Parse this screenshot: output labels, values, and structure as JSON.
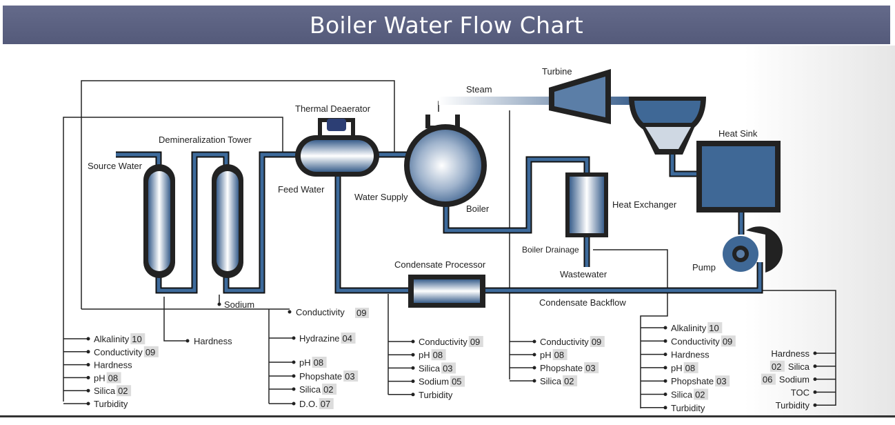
{
  "title": "Boiler Water Flow Chart",
  "components": {
    "turbine": "Turbine",
    "steam": "Steam",
    "thermal_deaerator": "Thermal Deaerator",
    "demineralization_tower": "Demineralization Tower",
    "source_water": "Source Water",
    "feed_water": "Feed Water",
    "water_supply": "Water Supply",
    "boiler": "Boiler",
    "heat_sink": "Heat Sink",
    "heat_exchanger": "Heat Exchanger",
    "boiler_drainage": "Boiler Drainage",
    "wastewater": "Wastewater",
    "pump": "Pump",
    "condensate_processor": "Condensate Processor",
    "condensate_backflow": "Condensate Backflow",
    "sodium_point": "Sodium",
    "conductivity_point": "Conductivity",
    "conductivity_point_code": "09",
    "hardness_point": "Hardness"
  },
  "sample_groups": {
    "source": [
      {
        "label": "Alkalinity",
        "code": "10"
      },
      {
        "label": "Conductivity",
        "code": "09"
      },
      {
        "label": "Hardness",
        "code": ""
      },
      {
        "label": "pH",
        "code": "08"
      },
      {
        "label": "Silica",
        "code": "02"
      },
      {
        "label": "Turbidity",
        "code": ""
      }
    ],
    "feed": [
      {
        "label": "Hydrazine",
        "code": "04"
      },
      {
        "label": "pH",
        "code": "08"
      },
      {
        "label": "Phopshate",
        "code": "03"
      },
      {
        "label": "Silica",
        "code": "02"
      },
      {
        "label": "D.O.",
        "code": "07"
      }
    ],
    "condensate": [
      {
        "label": "Conductivity",
        "code": "09"
      },
      {
        "label": "pH",
        "code": "08"
      },
      {
        "label": "Silica",
        "code": "03"
      },
      {
        "label": "Sodium",
        "code": "05"
      },
      {
        "label": "Turbidity",
        "code": ""
      }
    ],
    "steam": [
      {
        "label": "Conductivity",
        "code": "09"
      },
      {
        "label": "pH",
        "code": "08"
      },
      {
        "label": "Phopshate",
        "code": "03"
      },
      {
        "label": "Silica",
        "code": "02"
      }
    ],
    "drainage": [
      {
        "label": "Alkalinity",
        "code": "10"
      },
      {
        "label": "Conductivity",
        "code": "09"
      },
      {
        "label": "Hardness",
        "code": ""
      },
      {
        "label": "pH",
        "code": "08"
      },
      {
        "label": "Phopshate",
        "code": "03"
      },
      {
        "label": "Silica",
        "code": "02"
      },
      {
        "label": "Turbidity",
        "code": ""
      }
    ],
    "backflow": [
      {
        "label": "Hardness",
        "code": ""
      },
      {
        "label": "Silica",
        "code": "02"
      },
      {
        "label": "Sodium",
        "code": "06"
      },
      {
        "label": "TOC",
        "code": ""
      },
      {
        "label": "Turbidity",
        "code": ""
      }
    ]
  }
}
